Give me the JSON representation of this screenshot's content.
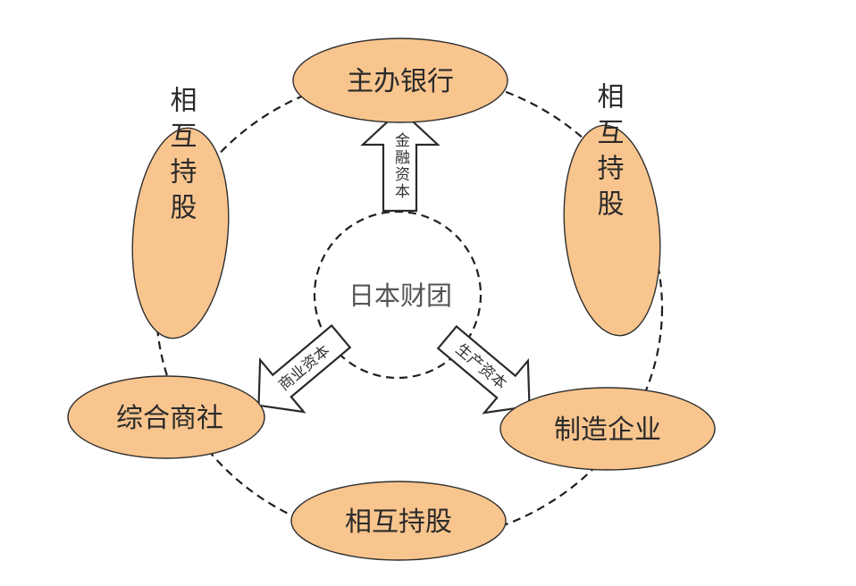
{
  "center": {
    "label": "日本财团"
  },
  "nodes": {
    "main_bank": "主办银行",
    "general_trading": "综合商社",
    "manufacturing": "制造企业",
    "cross_holding_left": "相互持股",
    "cross_holding_right": "相互持股",
    "cross_holding_bottom": "相互持股"
  },
  "arrows": {
    "finance_capital": "金融资本",
    "commercial_capital": "商业资本",
    "production_capital": "生产资本"
  },
  "colors": {
    "node_fill": "#f9c58e",
    "stroke": "#1f1f1f",
    "arrow_fill": "#ffffff"
  }
}
